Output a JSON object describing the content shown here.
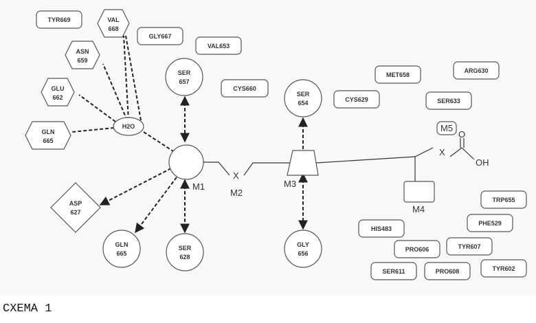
{
  "residues": {
    "tyr669": "TYR669",
    "val668": [
      "VAL",
      "668"
    ],
    "gly667": "GLY667",
    "val653": "VAL653",
    "asn659": [
      "ASN",
      "659"
    ],
    "ser657": [
      "SER",
      "657"
    ],
    "glu662": [
      "GLU",
      "662"
    ],
    "cys660": "CYS660",
    "ser654": [
      "SER",
      "654"
    ],
    "met658": "MET658",
    "arg630": "ARG630",
    "cys629": "CYS629",
    "ser633": "SER633",
    "water": "H2O",
    "gln665_top": [
      "GLN",
      "665"
    ],
    "asp627": [
      "ASP",
      "627"
    ],
    "gln665_bottom": [
      "GLN",
      "665"
    ],
    "ser628": [
      "SER",
      "628"
    ],
    "gly656": [
      "GLY",
      "656"
    ],
    "trp655": "TRP655",
    "phe529": "PHE529",
    "his483": "HIS483",
    "pro606": "PRO606",
    "tyr607": "TYR607",
    "ser611": "SER611",
    "pro608": "PRO608",
    "tyr602": "TYR602"
  },
  "moieties": {
    "m1": "M1",
    "m2": "M2",
    "m3": "M3",
    "m4": "M4",
    "m5": "M5",
    "x_left": "X",
    "x_right": "X",
    "carbonyl_o": "O",
    "hydroxyl": "OH"
  },
  "caption": "СХЕМА 1"
}
